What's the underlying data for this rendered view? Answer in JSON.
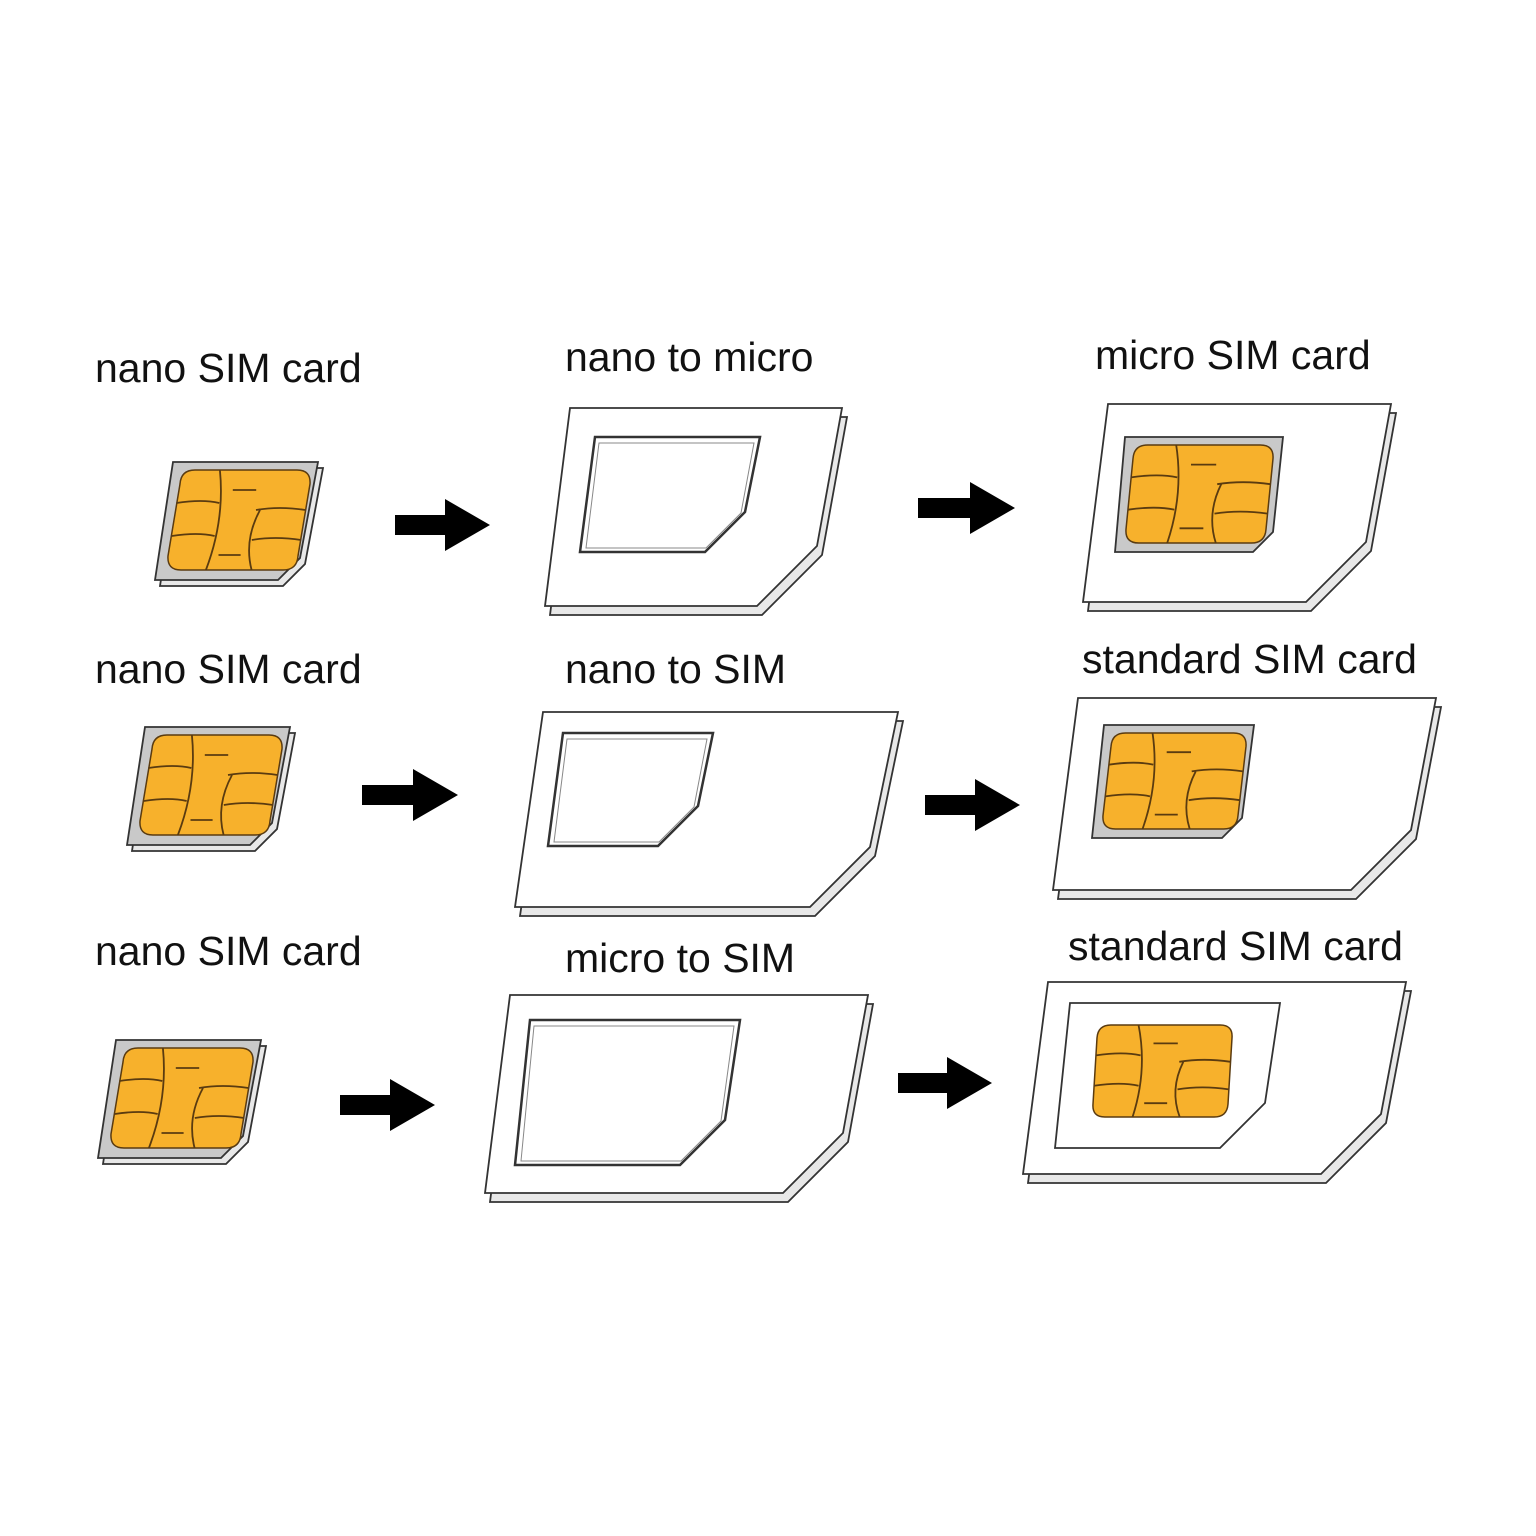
{
  "rows": [
    {
      "left_label": "nano SIM card",
      "middle_label": "nano to micro",
      "right_label": "micro SIM card"
    },
    {
      "left_label": "nano SIM card",
      "middle_label": "nano to SIM",
      "right_label": "standard SIM card"
    },
    {
      "left_label": "nano SIM card",
      "middle_label": "micro to SIM",
      "right_label": "standard SIM card"
    }
  ],
  "colors": {
    "chip": "#f7b12c",
    "tray": "#c9c9c9",
    "outline": "#333333",
    "arrow": "#000000"
  }
}
